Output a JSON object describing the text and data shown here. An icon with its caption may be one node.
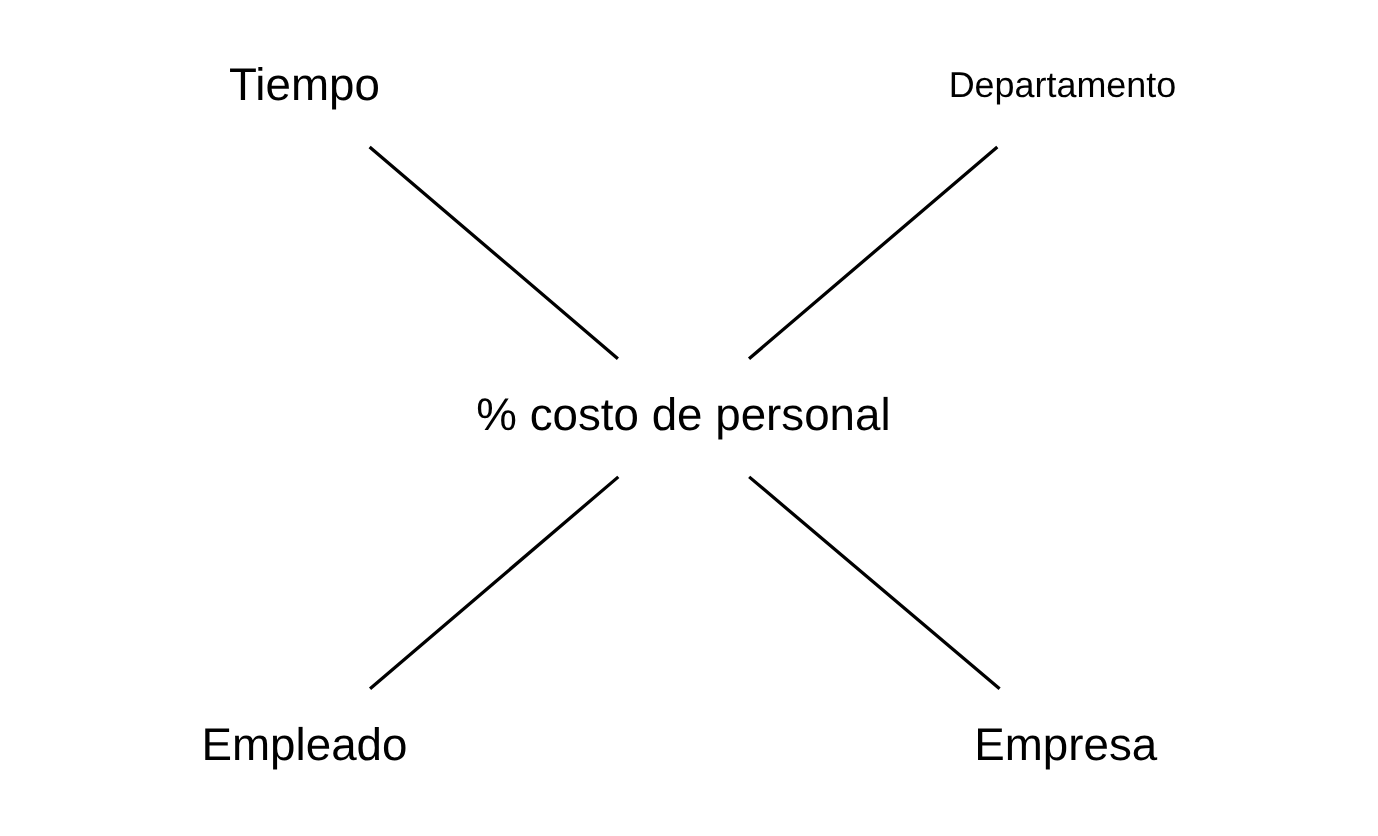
{
  "diagram": {
    "nodes": [
      {
        "text": [
          "Tiempo"
        ]
      },
      {
        "text": [
          "Departamento"
        ]
      },
      {
        "text": [
          "% costo de personal"
        ]
      },
      {
        "text": [
          "Empleado"
        ]
      },
      {
        "text": [
          "Empresa"
        ]
      }
    ],
    "edges": [
      {
        "from": 0,
        "to": 2,
        "arrow": "none"
      },
      {
        "from": 1,
        "to": 2,
        "arrow": "none"
      },
      {
        "from": 2,
        "to": 3,
        "arrow": "none"
      },
      {
        "from": 2,
        "to": 4,
        "arrow": "none"
      }
    ]
  }
}
